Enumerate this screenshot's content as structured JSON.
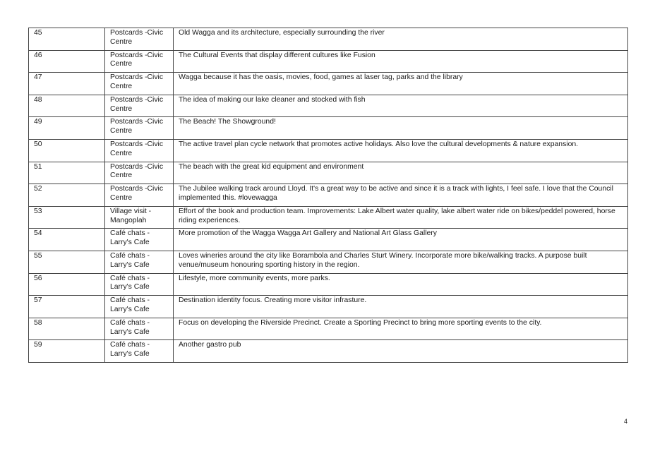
{
  "table": {
    "rows": [
      {
        "num": "45",
        "source": "Postcards -Civic Centre",
        "comment": "Old Wagga and its architecture, especially surrounding the river"
      },
      {
        "num": "46",
        "source": "Postcards -Civic Centre",
        "comment": "The Cultural Events that display different cultures like Fusion"
      },
      {
        "num": "47",
        "source": "Postcards -Civic Centre",
        "comment": "Wagga because it has the oasis, movies, food, games at laser tag, parks and the library"
      },
      {
        "num": "48",
        "source": "Postcards -Civic Centre",
        "comment": "The idea of making our lake cleaner and stocked with fish"
      },
      {
        "num": "49",
        "source": "Postcards -Civic Centre",
        "comment": "The Beach! The Showground!"
      },
      {
        "num": "50",
        "source": "Postcards -Civic Centre",
        "comment": "The active travel plan cycle network that promotes active holidays. Also love the cultural developments & nature expansion."
      },
      {
        "num": "51",
        "source": "Postcards -Civic Centre",
        "comment": "The beach with the great kid equipment and environment"
      },
      {
        "num": "52",
        "source": "Postcards -Civic Centre",
        "comment": "The Jubilee walking track around Lloyd. It's a great way to be active and since it is a track with lights, I feel safe. I love that the Council implemented this. #lovewagga"
      },
      {
        "num": "53",
        "source": "Village visit - Mangoplah",
        "comment": "Effort of the book and production team. Improvements: Lake Albert water quality, lake albert water ride on bikes/peddel powered, horse riding experiences."
      },
      {
        "num": "54",
        "source": "Café chats - Larry's Cafe",
        "comment": "More promotion of the Wagga Wagga Art Gallery and National Art Glass Gallery"
      },
      {
        "num": "55",
        "source": "Café chats - Larry's Cafe",
        "comment": "Loves wineries around the city like Borambola and Charles Sturt Winery. Incorporate more bike/walking tracks. A purpose built venue/museum honouring sporting history in the region."
      },
      {
        "num": "56",
        "source": "Café chats - Larry's Cafe",
        "comment": "Lifestyle, more community events, more parks."
      },
      {
        "num": "57",
        "source": "Café chats - Larry's Cafe",
        "comment": "Destination identity focus. Creating more visitor infrasture."
      },
      {
        "num": "58",
        "source": "Café chats - Larry's Cafe",
        "comment": "Focus on developing the Riverside Precinct. Create a Sporting Precinct to bring more sporting events to the city."
      },
      {
        "num": "59",
        "source": "Café chats - Larry's Cafe",
        "comment": "Another gastro pub"
      }
    ]
  },
  "page_number": "4"
}
